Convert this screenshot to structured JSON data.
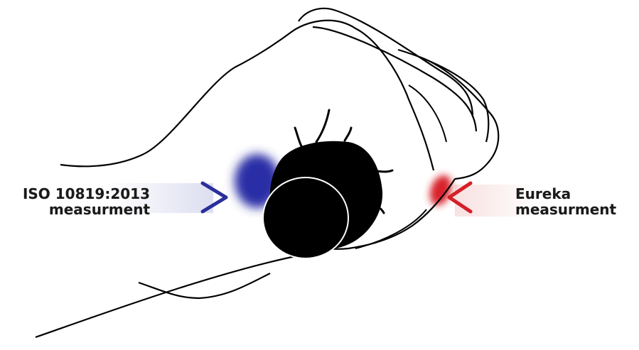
{
  "labels": {
    "left": {
      "line1": "ISO 10819:2013",
      "line2": "measurment",
      "color": "#2b2f9a"
    },
    "right": {
      "line1": "Eureka",
      "line2": "measurment",
      "color": "#d42027"
    }
  },
  "colors": {
    "outline": "#000000",
    "handle": "#000000",
    "iso_blob": "#2c2fa6",
    "eureka_blob": "#d8202a"
  }
}
